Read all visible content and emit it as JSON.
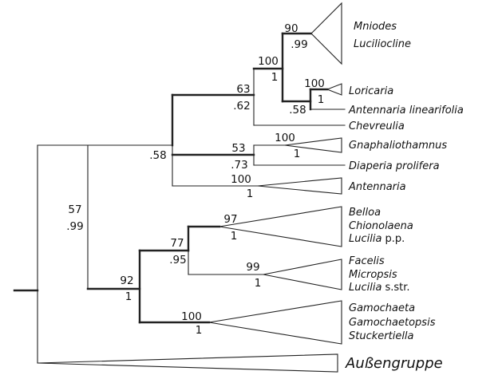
{
  "support": {
    "n_luc_top": "90",
    "n_luc_bot": ".99",
    "n_lor_top": "100",
    "n_lor_bot": "1",
    "n_mlan_top": "100",
    "n_mlan_bot": "1",
    "n_lor_ant_bot": ".58",
    "n_a_top": "63",
    "n_a_bot": ".62",
    "n_gna_top": "100",
    "n_gna_bot": "1",
    "n_gd_top": "53",
    "n_gd_bot": ".73",
    "n_ant_top": "100",
    "n_ant_bot": "1",
    "n_big_bot": ".58",
    "n_root_top": "57",
    "n_root_bot": ".99",
    "n_bel_top": "97",
    "n_bel_bot": "1",
    "n_fac_top": "99",
    "n_fac_bot": "1",
    "n_bf_top": "77",
    "n_bf_bot": ".95",
    "n_c_top": "92",
    "n_c_bot": "1",
    "n_gam_top": "100",
    "n_gam_bot": "1"
  },
  "taxa": {
    "mniodes": "Mniodes",
    "luciliocline": "Luciliocline",
    "loricaria": "Loricaria",
    "antennaria_linearifolia": "Antennaria linearifolia",
    "chevreulia": "Chevreulia",
    "gnaphaliothamnus": "Gnaphaliothamnus",
    "diaperia": "Diaperia prolifera",
    "antennaria": "Antennaria",
    "belloa": "Belloa",
    "chionolaena": "Chionolaena",
    "lucilia_pp_genus": "Lucilia",
    "lucilia_pp_suffix": "p.p.",
    "facelis": "Facelis",
    "micropsis": "Micropsis",
    "lucilia_ss_genus": "Lucilia",
    "lucilia_ss_suffix": "s.str.",
    "gamochaeta": "Gamochaeta",
    "gamochaetopsis": "Gamochaetopsis",
    "stuckertiella": "Stuckertiella",
    "outgroup": "Außengruppe"
  }
}
